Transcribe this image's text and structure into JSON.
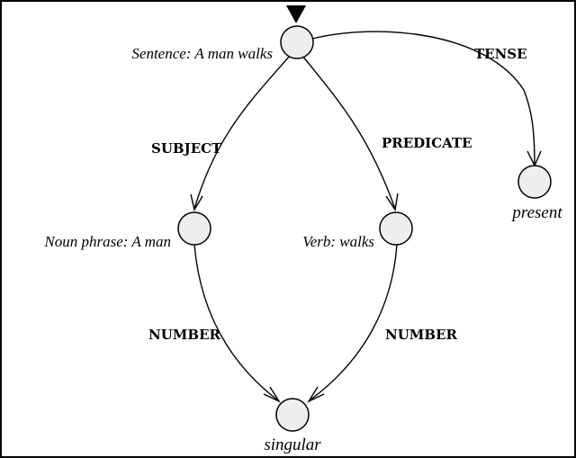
{
  "nodes": {
    "sentence": {
      "label": "Sentence: A man walks"
    },
    "noun_phrase": {
      "label": "Noun phrase: A man"
    },
    "verb": {
      "label": "Verb: walks"
    },
    "present": {
      "label": "present"
    },
    "singular": {
      "label": "singular"
    }
  },
  "edges": {
    "subject": {
      "label": "SUBJECT"
    },
    "predicate": {
      "label": "PREDICATE"
    },
    "tense": {
      "label": "TENSE"
    },
    "number_left": {
      "label": "NUMBER"
    },
    "number_right": {
      "label": "NUMBER"
    }
  },
  "colors": {
    "node_fill": "#eeeeee",
    "stroke": "#000000"
  }
}
